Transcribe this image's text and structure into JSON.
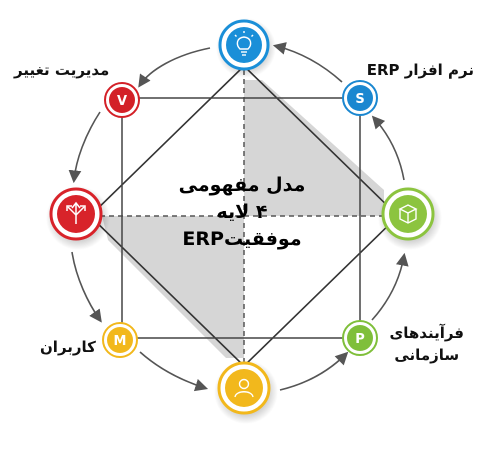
{
  "title": {
    "line1": "مدل مفهومی",
    "line2": "۴ لایه",
    "line3": "موفقیتERP"
  },
  "nodes": {
    "top": {
      "icon": "lightbulb-icon",
      "color": "#1a8fd8"
    },
    "right": {
      "icon": "box-icon",
      "color": "#8cc43f"
    },
    "bottom": {
      "icon": "user-icon",
      "color": "#f2b81c"
    },
    "left": {
      "icon": "arrows-split-icon",
      "color": "#d8232a"
    },
    "v": {
      "letter": "V",
      "color": "#d32027",
      "label": "مدیریت تغییر"
    },
    "s": {
      "letter": "S",
      "color": "#1a87d0",
      "label": "نرم افزار ERP"
    },
    "p": {
      "letter": "P",
      "color": "#7fbf3a",
      "label_line1": "فرآیندهای",
      "label_line2": "سازمانی"
    },
    "m": {
      "letter": "M",
      "color": "#f2b81c",
      "label": "کاربران"
    }
  }
}
